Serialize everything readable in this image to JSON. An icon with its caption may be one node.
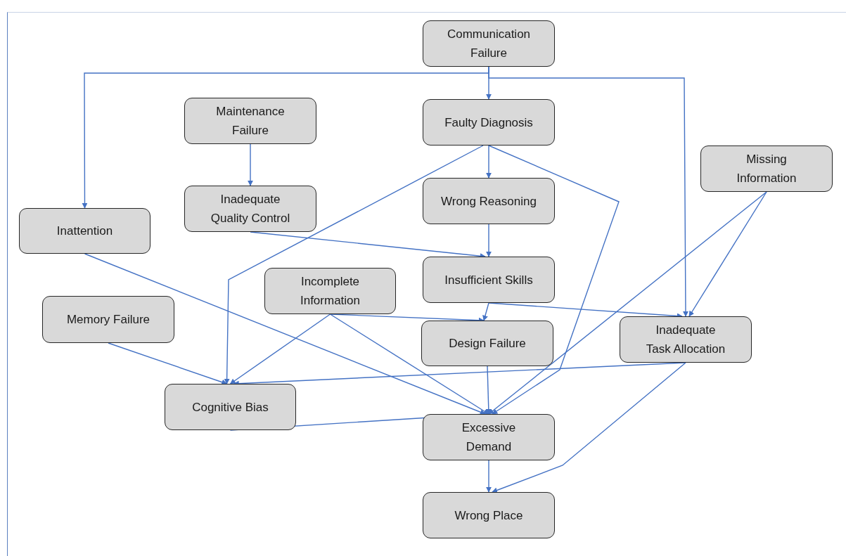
{
  "diagram": {
    "nodes": [
      {
        "text": [
          "Communication Failure"
        ]
      },
      {
        "text": [
          "Maintenance Failure"
        ]
      },
      {
        "text": [
          "Faulty Diagnosis"
        ]
      },
      {
        "text": [
          "Missing Information"
        ]
      },
      {
        "text": [
          "Wrong Reasoning"
        ]
      },
      {
        "text": [
          "Inattention"
        ]
      },
      {
        "text": [
          "Inadequate Quality Control"
        ]
      },
      {
        "text": [
          "Insufficient Skills"
        ]
      },
      {
        "text": [
          "Incomplete Information"
        ]
      },
      {
        "text": [
          "Memory Failure"
        ]
      },
      {
        "text": [
          "Design Failure"
        ]
      },
      {
        "text": [
          "Inadequate Task Allocation"
        ]
      },
      {
        "text": [
          "Cognitive Bias"
        ]
      },
      {
        "text": [
          "Excessive Demand"
        ]
      },
      {
        "text": [
          "Wrong Place"
        ]
      }
    ],
    "edges": [
      {
        "from": 0,
        "to": 2,
        "arrow": "to"
      },
      {
        "from": 0,
        "to": 5,
        "arrow": "to"
      },
      {
        "from": 0,
        "to": 11,
        "arrow": "to"
      },
      {
        "from": 1,
        "to": 6,
        "arrow": "to"
      },
      {
        "from": 2,
        "to": 4,
        "arrow": "to"
      },
      {
        "from": 2,
        "to": 12,
        "arrow": "to"
      },
      {
        "from": 2,
        "to": 13,
        "arrow": "to"
      },
      {
        "from": 4,
        "to": 7,
        "arrow": "to"
      },
      {
        "from": 6,
        "to": 7,
        "arrow": "to"
      },
      {
        "from": 7,
        "to": 10,
        "arrow": "to"
      },
      {
        "from": 7,
        "to": 11,
        "arrow": "to"
      },
      {
        "from": 3,
        "to": 13,
        "arrow": "to"
      },
      {
        "from": 3,
        "to": 11,
        "arrow": "to"
      },
      {
        "from": 5,
        "to": 13,
        "arrow": "to"
      },
      {
        "from": 8,
        "to": 10,
        "arrow": "to"
      },
      {
        "from": 8,
        "to": 12,
        "arrow": "to"
      },
      {
        "from": 8,
        "to": 13,
        "arrow": "to"
      },
      {
        "from": 9,
        "to": 12,
        "arrow": "to"
      },
      {
        "from": 11,
        "to": 12,
        "arrow": "to"
      },
      {
        "from": 10,
        "to": 13,
        "arrow": "to"
      },
      {
        "from": 12,
        "to": 13,
        "arrow": "to"
      },
      {
        "from": 11,
        "to": 14,
        "arrow": "to"
      },
      {
        "from": 13,
        "to": 14,
        "arrow": "to"
      }
    ]
  }
}
